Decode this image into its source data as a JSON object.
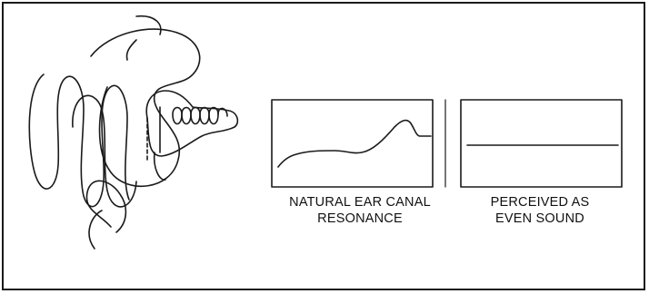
{
  "panels": [
    {
      "caption_lines": [
        "NATURAL EAR CANAL",
        "RESONANCE"
      ]
    },
    {
      "caption_lines": [
        "PERCEIVED AS",
        "EVEN SOUND"
      ]
    }
  ],
  "colors": {
    "ink": "#1a1a1a",
    "paper": "#ffffff"
  },
  "icons": {
    "ear": "ear-canal-illustration",
    "waves": "sound-wave-icon"
  }
}
